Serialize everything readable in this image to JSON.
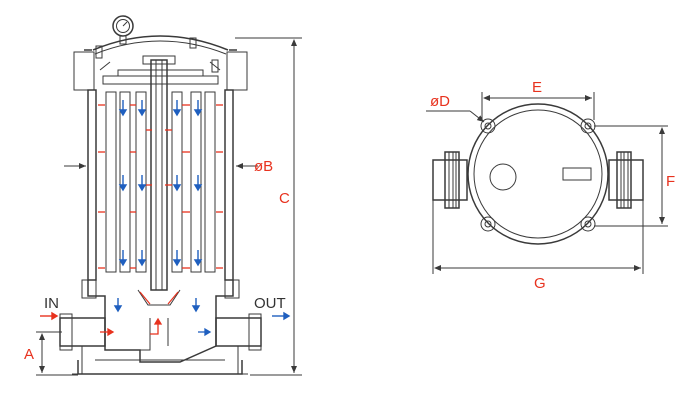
{
  "labels": {
    "in": "IN",
    "out": "OUT",
    "dim_a": "A",
    "dim_b": "øB",
    "dim_c": "C",
    "dim_d": "øD",
    "dim_e": "E",
    "dim_f": "F",
    "dim_g": "G"
  },
  "colors": {
    "label_red": "#e8321e",
    "line_dark": "#3a3a3a",
    "flow_blue": "#1f5fbf",
    "flow_red": "#e8321e",
    "background": "#ffffff"
  },
  "icons": [
    "pressure-gauge-icon",
    "flow-arrow-red",
    "flow-arrow-blue",
    "dimension-arrow"
  ]
}
